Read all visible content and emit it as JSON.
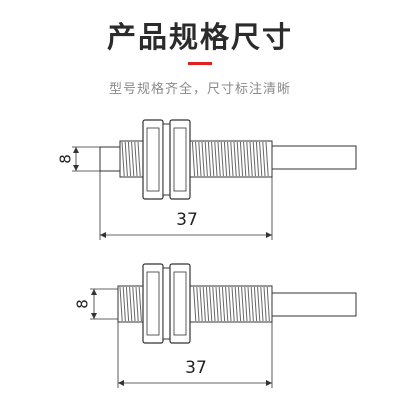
{
  "header": {
    "title": "产品规格尺寸",
    "subtitle": "型号规格齐全，尺寸标注清晰",
    "accent_color": "#e02020"
  },
  "diagrams": [
    {
      "variant": "head-exposed",
      "diameter_label": "8",
      "length_label": "37"
    },
    {
      "variant": "head-flush",
      "diameter_label": "8",
      "length_label": "37"
    }
  ],
  "colors": {
    "stroke": "#333333",
    "thread": "#666666",
    "nut_fill": "#ffffff"
  }
}
